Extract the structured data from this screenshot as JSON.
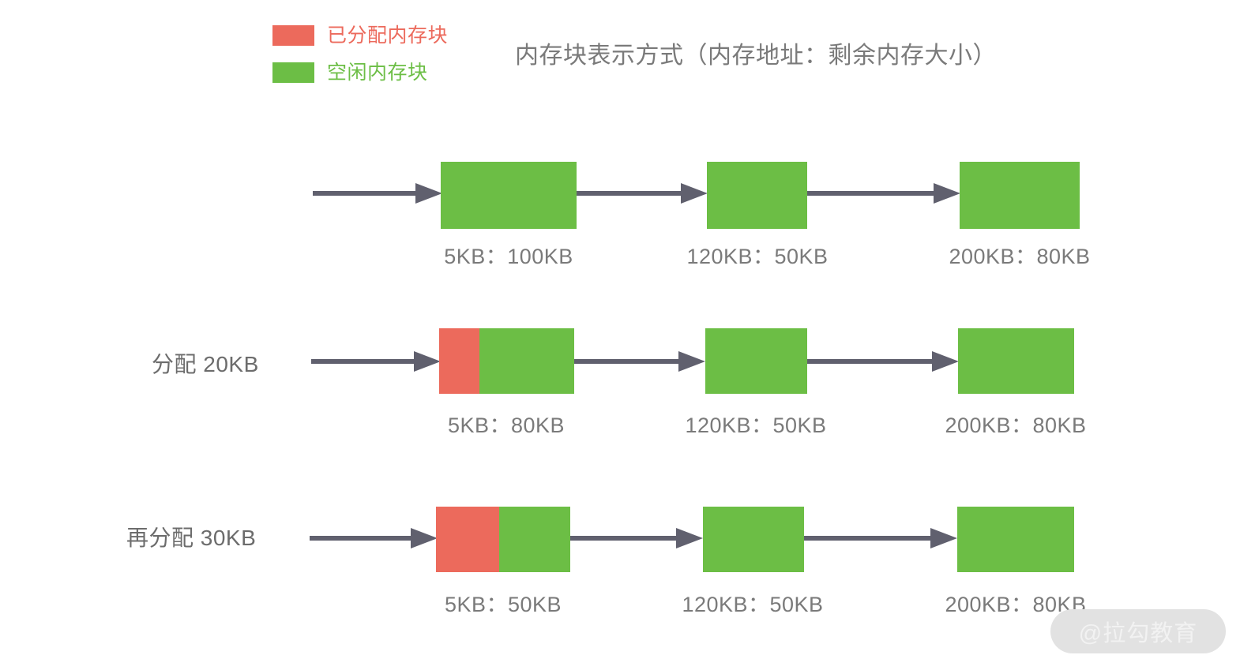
{
  "title": "内存块表示方式（内存地址：剩余内存大小）",
  "legend": {
    "items": [
      {
        "label": "已分配内存块",
        "color": "#ec6a5c",
        "icon": "red-square-icon"
      },
      {
        "label": "空闲内存块",
        "color": "#6cbe45",
        "icon": "green-square-icon"
      }
    ]
  },
  "colors": {
    "allocated": "#ec6a5c",
    "free": "#6cbe45",
    "arrow": "#60606e",
    "text": "#7a7a7a",
    "background": "#ffffff"
  },
  "rows": [
    {
      "id": "initial-state",
      "label": "",
      "blocks": [
        {
          "caption": "5KB：100KB",
          "address": "5KB",
          "remaining": "100KB",
          "used_fraction": 0,
          "free_fraction": 1
        },
        {
          "caption": "120KB：50KB",
          "address": "120KB",
          "remaining": "50KB",
          "used_fraction": 0,
          "free_fraction": 1
        },
        {
          "caption": "200KB：80KB",
          "address": "200KB",
          "remaining": "80KB",
          "used_fraction": 0,
          "free_fraction": 1
        }
      ]
    },
    {
      "id": "allocate-20kb",
      "label": "分配 20KB",
      "blocks": [
        {
          "caption": "5KB：80KB",
          "address": "5KB",
          "remaining": "80KB",
          "used_fraction": 0.3,
          "free_fraction": 0.7
        },
        {
          "caption": "120KB：50KB",
          "address": "120KB",
          "remaining": "50KB",
          "used_fraction": 0,
          "free_fraction": 1
        },
        {
          "caption": "200KB：80KB",
          "address": "200KB",
          "remaining": "80KB",
          "used_fraction": 0,
          "free_fraction": 1
        }
      ]
    },
    {
      "id": "reallocate-30kb",
      "label": "再分配 30KB",
      "blocks": [
        {
          "caption": "5KB：50KB",
          "address": "5KB",
          "remaining": "50KB",
          "used_fraction": 0.47,
          "free_fraction": 0.53
        },
        {
          "caption": "120KB：50KB",
          "address": "120KB",
          "remaining": "50KB",
          "used_fraction": 0,
          "free_fraction": 1
        },
        {
          "caption": "200KB：80KB",
          "address": "200KB",
          "remaining": "80KB",
          "used_fraction": 0,
          "free_fraction": 1
        }
      ]
    }
  ],
  "watermark": "@拉勾教育"
}
